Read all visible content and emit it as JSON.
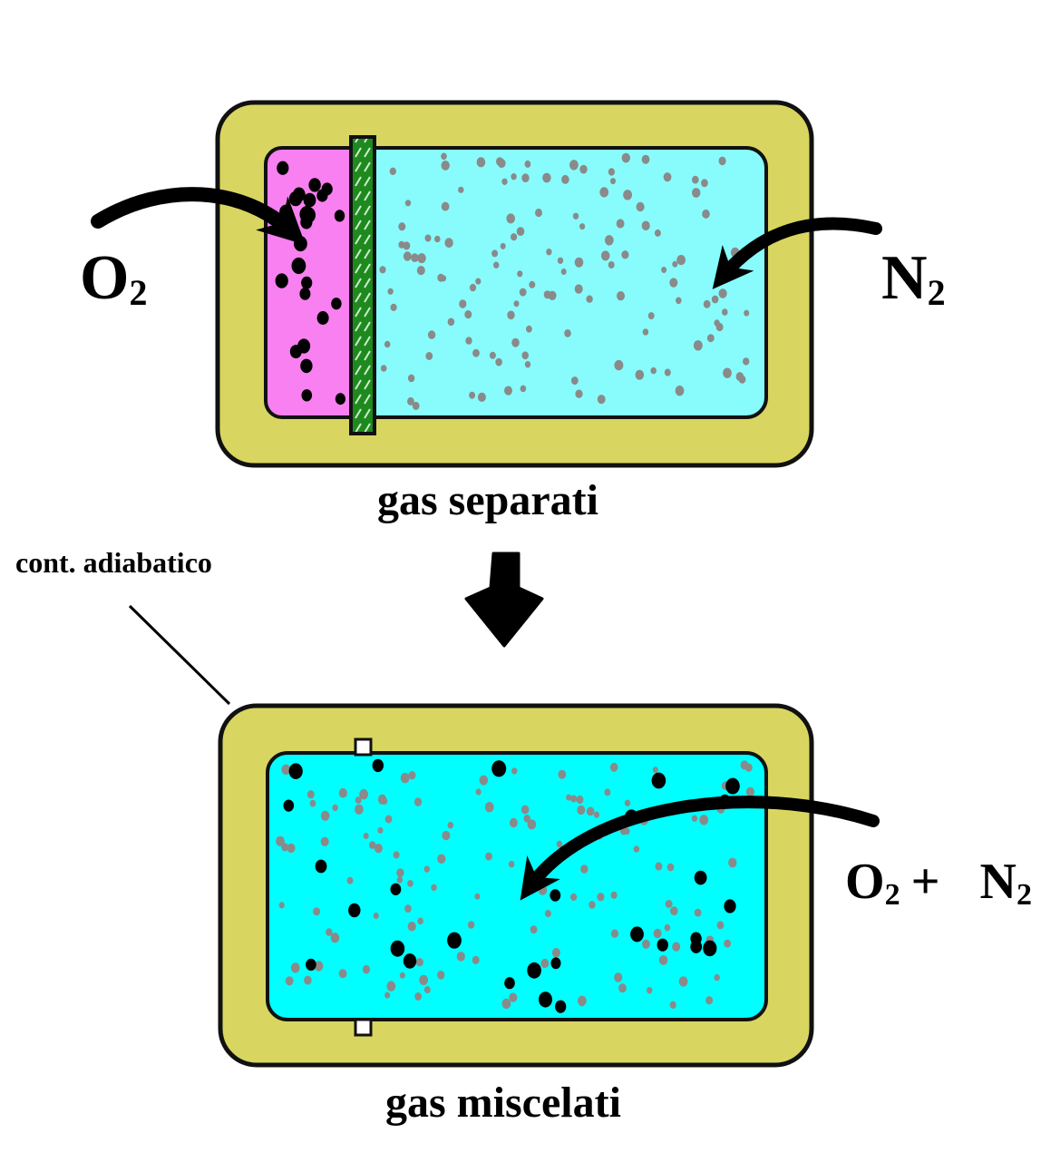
{
  "top_diagram": {
    "left_gas": {
      "symbol": "O",
      "subscript": "2"
    },
    "right_gas": {
      "symbol": "N",
      "subscript": "2"
    },
    "caption": "gas separati"
  },
  "bottom_diagram": {
    "mixture": {
      "gas1_symbol": "O",
      "gas1_subscript": "2",
      "operator": "+",
      "gas2_symbol": "N",
      "gas2_subscript": "2"
    },
    "caption": "gas miscelati"
  },
  "container_label": "cont. adiabatico",
  "colors": {
    "insulation": "#d8d660",
    "oxygen_chamber": "#f880f0",
    "nitrogen_chamber": "#88fcfc",
    "mixed_chamber": "#00ffff",
    "partition": "#1e8a1e",
    "o2_particle": "#000000",
    "n2_particle": "#8a8a8a"
  }
}
